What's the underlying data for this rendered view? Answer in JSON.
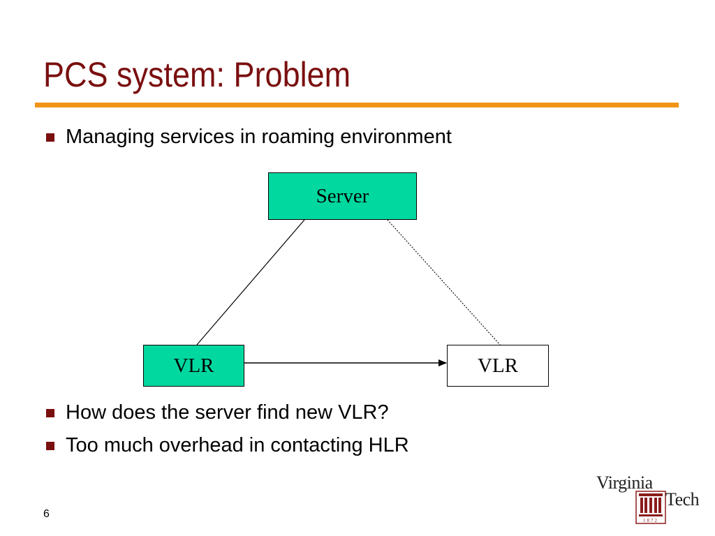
{
  "slide": {
    "title": "PCS system: Problem",
    "page_number": "6"
  },
  "bullets": [
    "Managing services in roaming environment",
    "How does the server find new VLR?",
    "Too much overhead in contacting HLR"
  ],
  "diagram": {
    "nodes": {
      "server": "Server",
      "vlr_left": "VLR",
      "vlr_right": "VLR"
    },
    "edges": [
      {
        "from": "server",
        "to": "vlr_left",
        "style": "solid"
      },
      {
        "from": "server",
        "to": "vlr_right",
        "style": "dotted"
      },
      {
        "from": "vlr_left",
        "to": "vlr_right",
        "style": "arrow"
      }
    ]
  },
  "logo": {
    "line1": "Virginia",
    "line2": "Tech",
    "year": "1872"
  },
  "colors": {
    "title": "#7a0f0f",
    "rule": "#f29418",
    "node_fill": "#00d8a0",
    "bullet_marker": "#7a0f0f",
    "logo_seal": "#8b1c1c"
  }
}
